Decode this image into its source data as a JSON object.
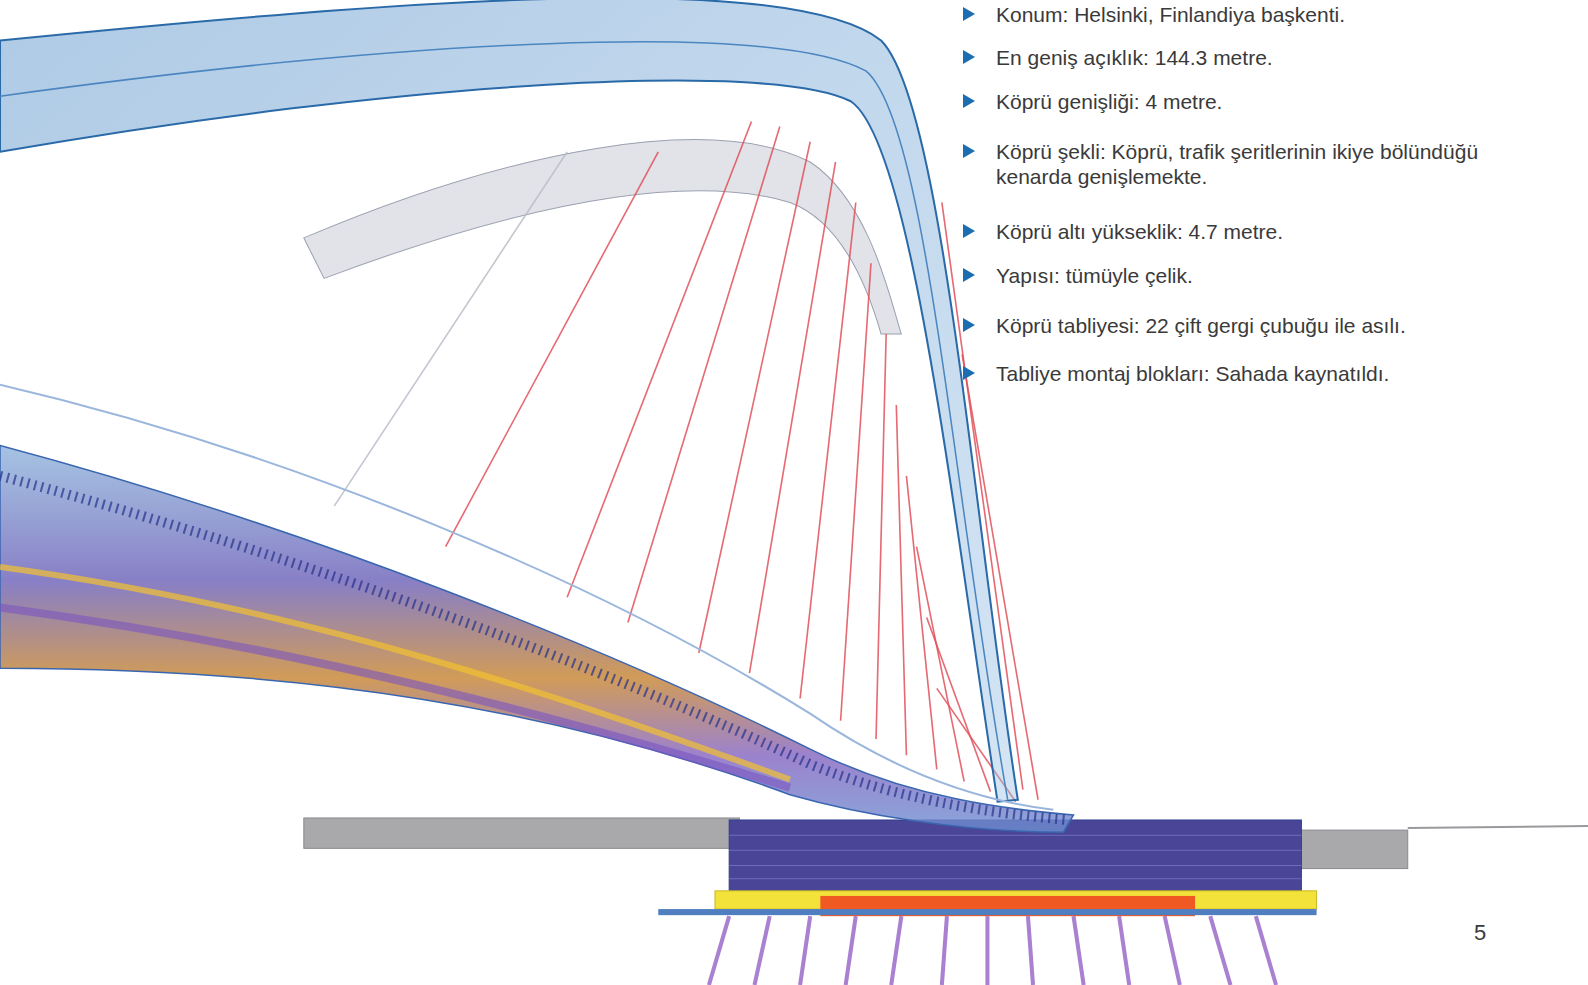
{
  "diagram": {
    "labels": [
      "Konum: Helsinki, Finlandiya başkenti.",
      "En geniş açıklık: 144.3 metre.",
      "Köprü genişliği: 4 metre.",
      "Köprü şekli: Köprü, trafik şeritlerinin ikiye bölündüğü kenarda genişlemekte.",
      "Köprü altı yükseklik: 4.7 metre.",
      "Yapısı: tümüyle çelik.",
      "Köprü tabliyesi: 22 çift gergi çubuğu ile asılı.",
      "Tabliye montaj blokları: Sahada kaynatıldı.",
      "5"
    ]
  }
}
